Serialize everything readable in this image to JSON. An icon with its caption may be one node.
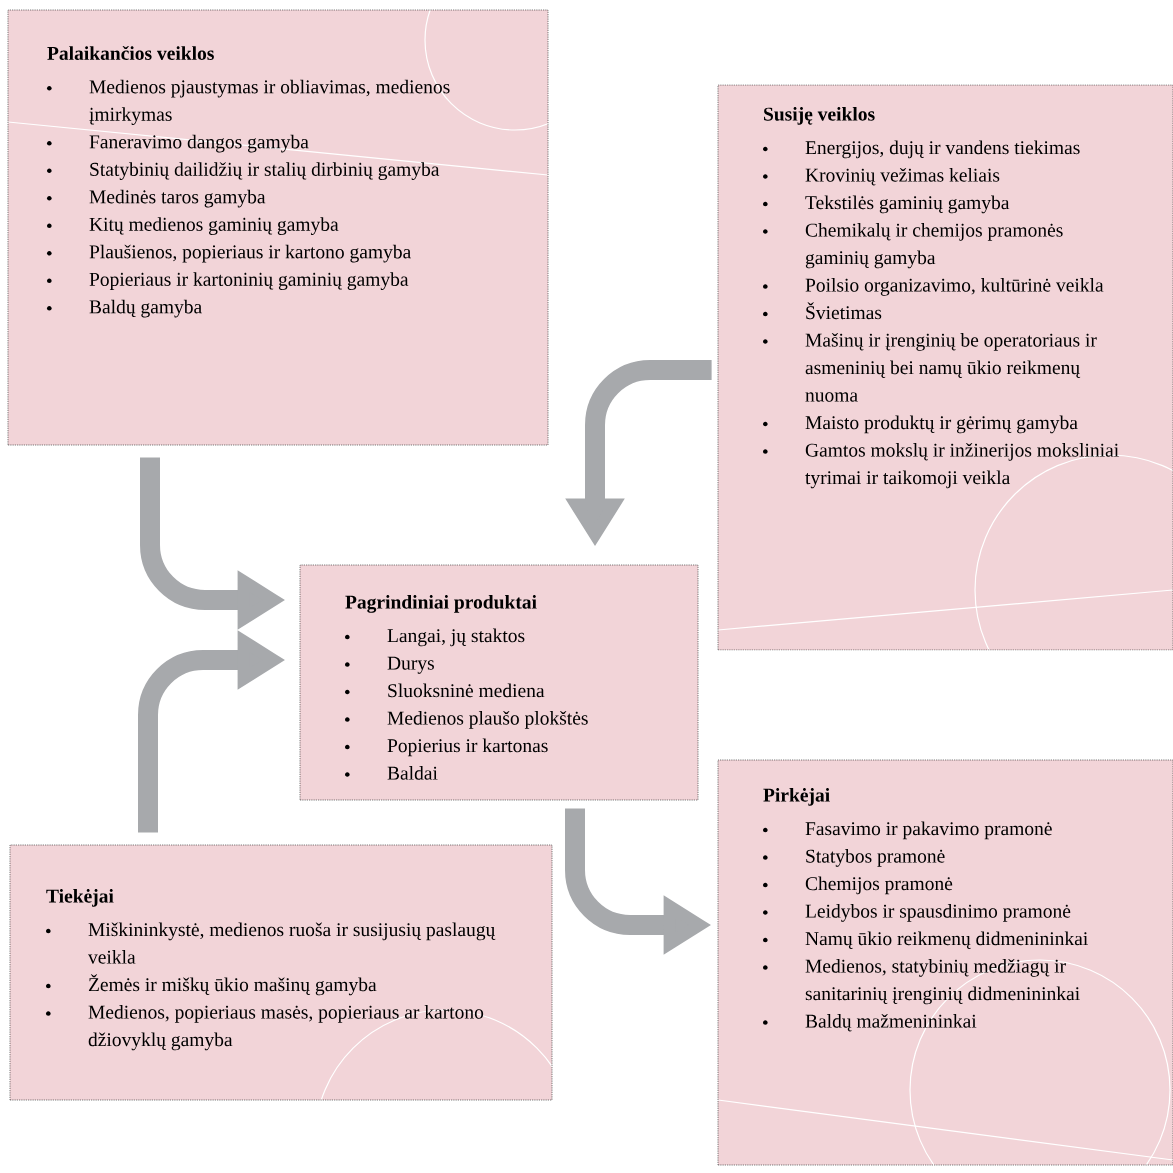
{
  "diagram": {
    "nodes": [
      {
        "text": [
          "Palaikančios veiklos",
          "Medienos pjaustymas ir obliavimas, medienos įmirkymas",
          "Faneravimo dangos gamyba",
          "Statybinių dailidžių ir stalių dirbinių gamyba",
          "Medinės taros gamyba",
          "Kitų medienos gaminių gamyba",
          "Plaušienos, popieriaus ir kartono gamyba",
          "Popieriaus ir kartoninių gaminių gamyba",
          "Baldų gamyba"
        ]
      },
      {
        "text": [
          "Susiję veiklos",
          "Energijos, dujų ir vandens tiekimas",
          "Krovinių vežimas keliais",
          "Tekstilės gaminių gamyba",
          "Chemikalų ir chemijos pramonės gaminių gamyba",
          "Poilsio organizavimo, kultūrinė veikla",
          "Švietimas",
          "Mašinų ir įrenginių be operatoriaus ir asmeninių bei namų ūkio reikmenų nuoma",
          "Maisto produktų ir gėrimų gamyba",
          "Gamtos mokslų ir inžinerijos moksliniai tyrimai ir taikomoji veikla"
        ]
      },
      {
        "text": [
          "Pagrindiniai produktai",
          "Langai, jų staktos",
          "Durys",
          "Sluoksninė mediena",
          "Medienos plaušo plokštės",
          "Popierius ir kartonas",
          "Baldai"
        ]
      },
      {
        "text": [
          "Pirkėjai",
          "Fasavimo ir pakavimo pramonė",
          "Statybos pramonė",
          "Chemijos pramonė",
          "Leidybos ir spausdinimo pramonė",
          "Namų ūkio reikmenų didmenininkai",
          "Medienos, statybinių medžiagų ir sanitarinių įrenginių didmenininkai",
          "Baldų mažmenininkai"
        ]
      },
      {
        "text": [
          "Tiekėjai",
          "Miškininkystė, medienos ruoša ir susijusių paslaugų veikla",
          "Žemės ir miškų ūkio mašinų gamyba",
          "Medienos, popieriaus masės, popieriaus ar kartono džiovyklų gamyba"
        ]
      }
    ],
    "edges": [
      {
        "from": 0,
        "to": 2,
        "arrow": "to"
      },
      {
        "from": 1,
        "to": 2,
        "arrow": "to"
      },
      {
        "from": 4,
        "to": 2,
        "arrow": "to"
      },
      {
        "from": 2,
        "to": 3,
        "arrow": "to"
      }
    ]
  }
}
